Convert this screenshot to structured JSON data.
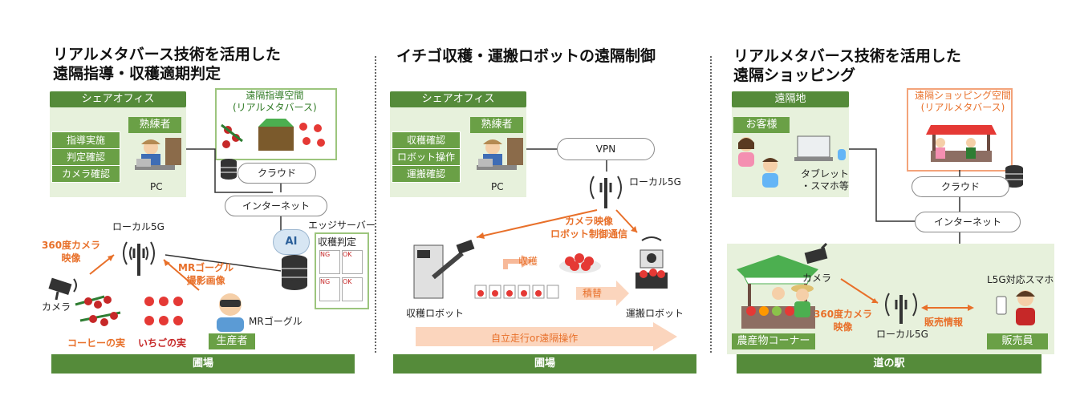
{
  "panel1": {
    "title_line1": "リアルメタバース技術を活用した",
    "title_line2": "遠隔指導・収穫適期判定",
    "share_office": "シェアオフィス",
    "expert": "熟練者",
    "list": [
      "指導実施",
      "判定確認",
      "カメラ確認"
    ],
    "pc": "PC",
    "remote_space_line1": "遠隔指導空間",
    "remote_space_line2": "(リアルメタバース)",
    "cloud": "クラウド",
    "internet": "インターネット",
    "edge_server": "エッジサーバー",
    "harvest_judge": "収穫判定",
    "ai": "AI",
    "local5g": "ローカル5G",
    "camera360_line1": "360度カメラ",
    "camera360_line2": "映像",
    "mr_goggle_line1": "MRゴーグル",
    "mr_goggle_line2": "撮影画像",
    "camera": "カメラ",
    "mr_goggle": "MRゴーグル",
    "coffee": "コーヒーの実",
    "strawberry": "いちごの実",
    "producer": "生産者",
    "farm": "圃場",
    "ng": "NG",
    "ok": "OK"
  },
  "panel2": {
    "title": "イチゴ収穫・運搬ロボットの遠隔制御",
    "share_office": "シェアオフィス",
    "expert": "熟練者",
    "list": [
      "収穫確認",
      "ロボット操作",
      "運搬確認"
    ],
    "pc": "PC",
    "vpn": "VPN",
    "local5g": "ローカル5G",
    "camera_line1": "カメラ映像",
    "camera_line2": "ロボット制御通信",
    "harvest": "収穫",
    "load": "積替",
    "harvest_robot": "収穫ロボット",
    "transport_robot": "運搬ロボット",
    "autonomous": "自立走行or遠隔操作",
    "farm": "圃場"
  },
  "panel3": {
    "title_line1": "リアルメタバース技術を活用した",
    "title_line2": "遠隔ショッピング",
    "remote": "遠隔地",
    "customer": "お客様",
    "tablet_line1": "タブレット",
    "tablet_line2": "・スマホ等",
    "shop_space_line1": "遠隔ショッピング空間",
    "shop_space_line2": "(リアルメタバース)",
    "cloud": "クラウド",
    "internet": "インターネット",
    "camera": "カメラ",
    "camera360_line1": "360度カメラ",
    "camera360_line2": "映像",
    "local5g": "ローカル5G",
    "sales_info": "販売情報",
    "l5g_phone": "L5G対応スマホ",
    "produce_corner": "農産物コーナー",
    "staff": "販売員",
    "station": "道の駅"
  },
  "colors": {
    "green_dark": "#558b3a",
    "green": "#6aa046",
    "green_light": "#e7f1dc",
    "orange": "#e8702a"
  }
}
